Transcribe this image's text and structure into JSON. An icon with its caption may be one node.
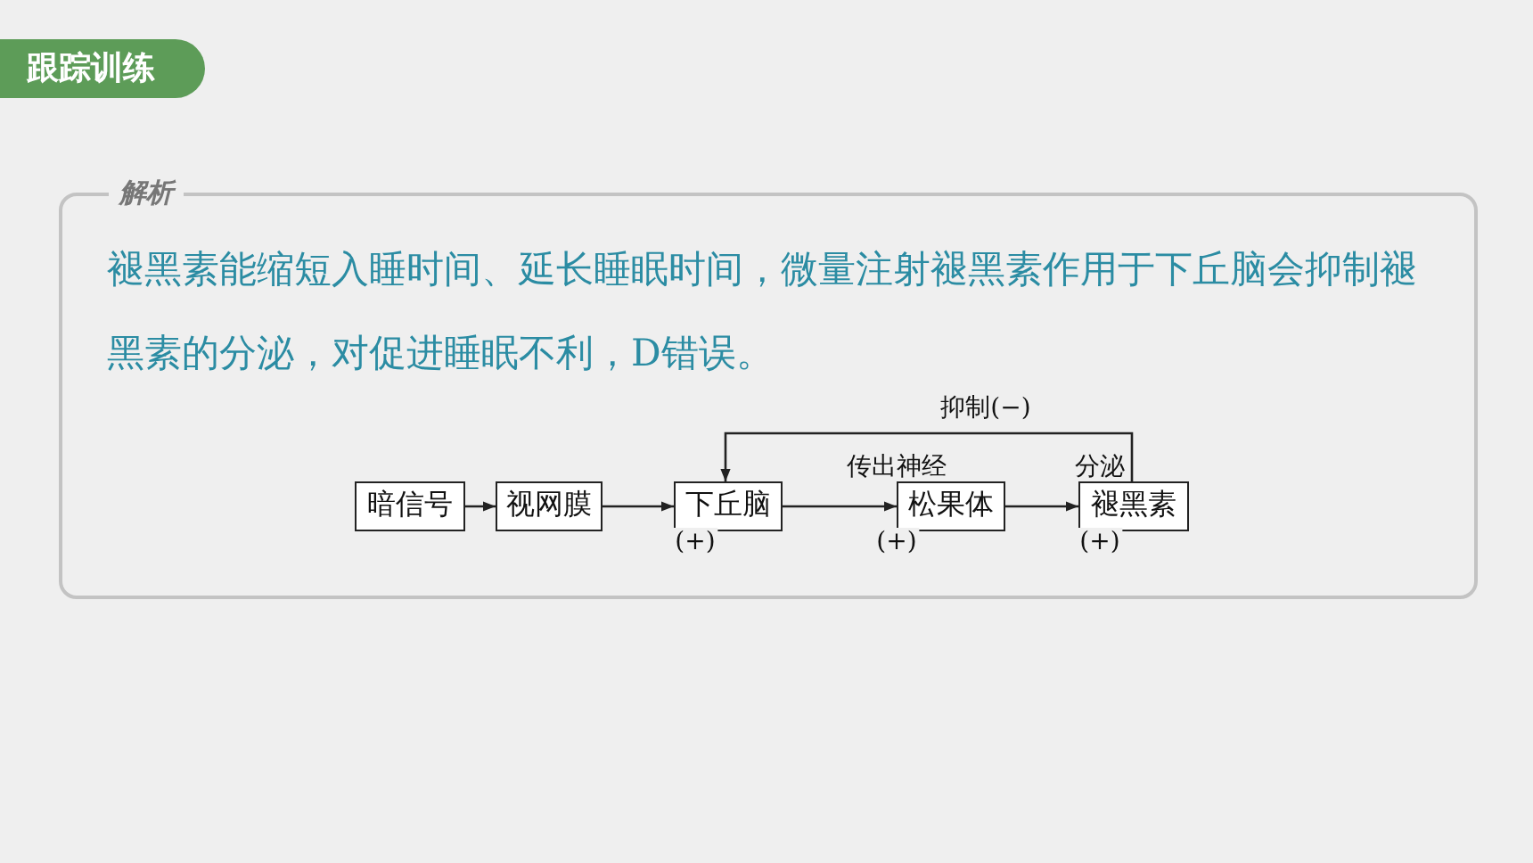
{
  "diagram": {
    "title": "跟踪训练",
    "nodes": [
      {
        "text": [
          "解析",
          "褪黑素能缩短入睡时间、延长睡眠时间，微量注射褪黑素作用于下丘脑会抑制褪黑素的分泌，对促进睡眠不利，D错误。"
        ]
      },
      {
        "text": [
          "暗信号"
        ],
        "in": 0
      },
      {
        "text": [
          "视网膜"
        ],
        "in": 0
      },
      {
        "text": [
          "下丘脑"
        ],
        "in": 0
      },
      {
        "text": [
          "松果体"
        ],
        "in": 0
      },
      {
        "text": [
          "褪黑素"
        ],
        "in": 0
      }
    ],
    "edges": [
      {
        "from": 1,
        "to": 2,
        "arrow": "to"
      },
      {
        "from": 2,
        "to": 3,
        "arrow": "to",
        "label": "(+)"
      },
      {
        "from": 3,
        "to": 4,
        "arrow": "to",
        "label": "传出神经"
      },
      {
        "from": 4,
        "to": 5,
        "arrow": "to",
        "label": "分泌"
      },
      {
        "from": 5,
        "to": 3,
        "arrow": "to",
        "label": "抑制(−)"
      }
    ],
    "labels": [
      "(+)",
      "(+)"
    ]
  }
}
